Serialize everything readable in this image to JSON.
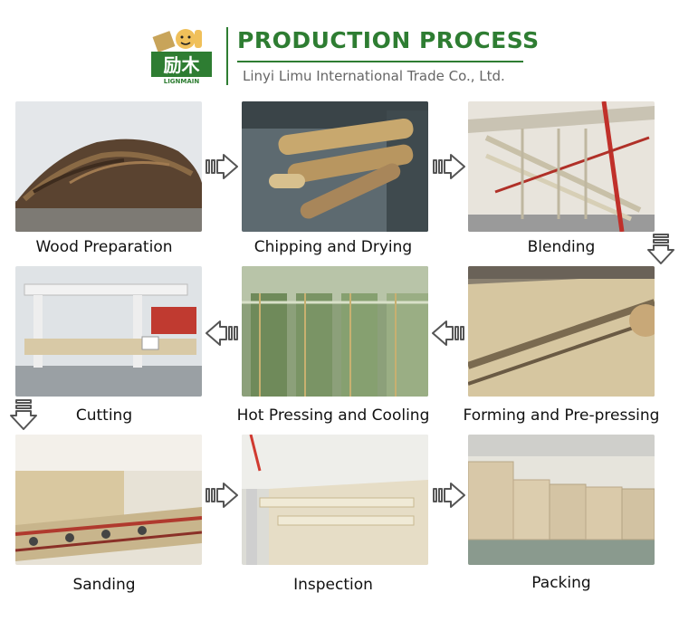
{
  "header": {
    "logo_text": "励木",
    "logo_subtext": "LIGNMAIN",
    "title": "PRODUCTION PROCESS",
    "subtitle": "Linyi Limu International Trade Co., Ltd."
  },
  "colors": {
    "brand_green": "#2e7d32",
    "arrow_gray": "#555555",
    "text": "#111111"
  },
  "steps": [
    {
      "label": "Wood Preparation",
      "photo": "log-pile"
    },
    {
      "label": "Chipping and Drying",
      "photo": "logs-on-conveyor"
    },
    {
      "label": "Blending",
      "photo": "blending-plant"
    },
    {
      "label": "Forming and Pre-pressing",
      "photo": "wood-chip-conveyor"
    },
    {
      "label": "Hot Pressing and Cooling",
      "photo": "press-line"
    },
    {
      "label": "Cutting",
      "photo": "cutting-machine"
    },
    {
      "label": "Sanding",
      "photo": "sanding-line"
    },
    {
      "label": "Inspection",
      "photo": "board-inspection"
    },
    {
      "label": "Packing",
      "photo": "stacked-boards"
    }
  ]
}
